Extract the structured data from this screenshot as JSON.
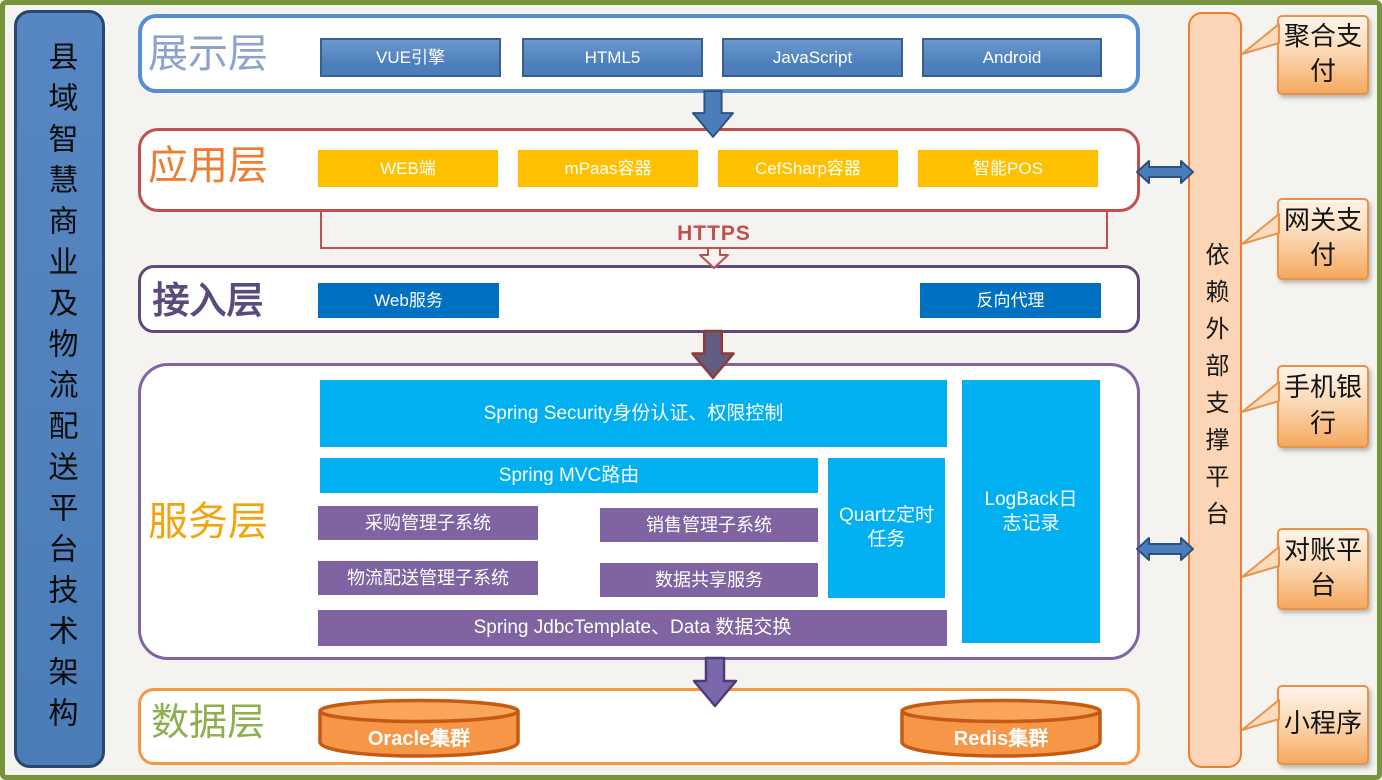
{
  "diagram": {
    "title": "县域智慧商业及物流配送平台技术架构",
    "right_bar_label": "依赖外部支撑平台",
    "https_label": "HTTPS"
  },
  "layers": {
    "presentation": {
      "label": "展示层",
      "items": [
        "VUE引擎",
        "HTML5",
        "JavaScript",
        "Android"
      ]
    },
    "application": {
      "label": "应用层",
      "items": [
        "WEB端",
        "mPaas容器",
        "CefSharp容器",
        "智能POS"
      ]
    },
    "access": {
      "label": "接入层",
      "items": [
        "Web服务",
        "反向代理"
      ]
    },
    "service": {
      "label": "服务层",
      "blocks": {
        "security": "Spring Security身份认证、权限控制",
        "mvc": "Spring MVC路由",
        "purchase": "采购管理子系统",
        "sales": "销售管理子系统",
        "logistics": "物流配送管理子系统",
        "datashare": "数据共享服务",
        "jdbc": "Spring JdbcTemplate、Data 数据交换",
        "quartz": "Quartz定时任务",
        "logback": "LogBack日志记录"
      }
    },
    "data": {
      "label": "数据层",
      "items": [
        "Oracle集群",
        "Redis集群"
      ]
    }
  },
  "external_platforms": [
    "聚合支付",
    "网关支付",
    "手机银行",
    "对账平台",
    "小程序"
  ],
  "colors": {
    "frame": "#77933C",
    "presentation_border": "#558ED5",
    "application_border": "#C0504D",
    "access_border": "#604A7B",
    "service_border": "#8064A2",
    "data_border": "#F79646",
    "blue_button": "#4F81BD",
    "yellow_button": "#FFC000",
    "flat_blue_button": "#0070C0",
    "cyan_block": "#00B0F0",
    "purple_block": "#8064A2",
    "cylinder_fill": "#F79646",
    "right_bar_fill": "#FBD5B5",
    "down_arrow_blue": "#4A7EBB",
    "down_arrow_maroon": "#943634",
    "down_arrow_purple": "#7B67A9"
  }
}
